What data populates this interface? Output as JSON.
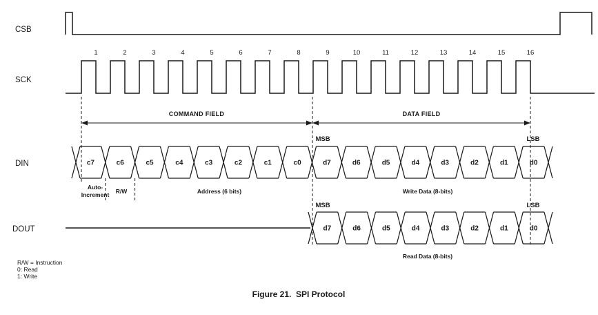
{
  "signals": {
    "csb": "CSB",
    "sck": "SCK",
    "din": "DIN",
    "dout": "DOUT"
  },
  "clock_numbers": [
    "1",
    "2",
    "3",
    "4",
    "5",
    "6",
    "7",
    "8",
    "9",
    "10",
    "11",
    "12",
    "13",
    "14",
    "15",
    "16"
  ],
  "fields": {
    "command": "COMMAND FIELD",
    "data": "DATA FIELD"
  },
  "din_bits": [
    "c7",
    "c6",
    "c5",
    "c4",
    "c3",
    "c2",
    "c1",
    "c0",
    "d7",
    "d6",
    "d5",
    "d4",
    "d3",
    "d2",
    "d1",
    "d0"
  ],
  "dout_bits": [
    "d7",
    "d6",
    "d5",
    "d4",
    "d3",
    "d2",
    "d1",
    "d0"
  ],
  "annotations": {
    "msb": "MSB",
    "lsb": "LSB",
    "auto_increment_line1": "Auto-",
    "auto_increment_line2": "Increment",
    "rw": "R/W",
    "address": "Address (6 bits)",
    "write_data": "Write Data (8-bits)",
    "read_data": "Read Data (8-bits)"
  },
  "legend": [
    "R/W = Instruction",
    "0: Read",
    "1: Write"
  ],
  "caption": "Figure 21.  SPI Protocol",
  "colors": {
    "ink": "#1a1a1a",
    "background": "#ffffff"
  }
}
